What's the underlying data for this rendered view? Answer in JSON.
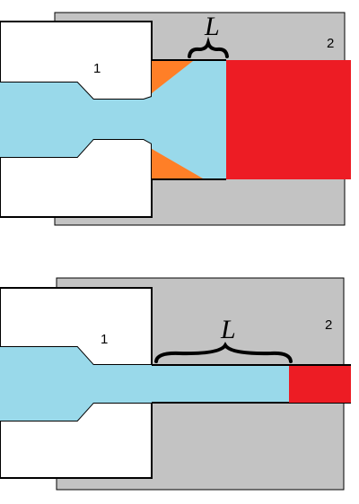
{
  "colors": {
    "block": "#c3c3c3",
    "fluid": "#99d9ea",
    "plug": "#ed1c24",
    "seal": "#ff7f27",
    "outline": "#000000",
    "background": "#ffffff"
  },
  "panels": [
    {
      "label_part_1": "1",
      "label_part_2": "2",
      "length_label": "L",
      "brace_icon": "curly-brace-icon"
    },
    {
      "label_part_1": "1",
      "label_part_2": "2",
      "length_label": "L",
      "brace_icon": "curly-brace-icon"
    }
  ]
}
